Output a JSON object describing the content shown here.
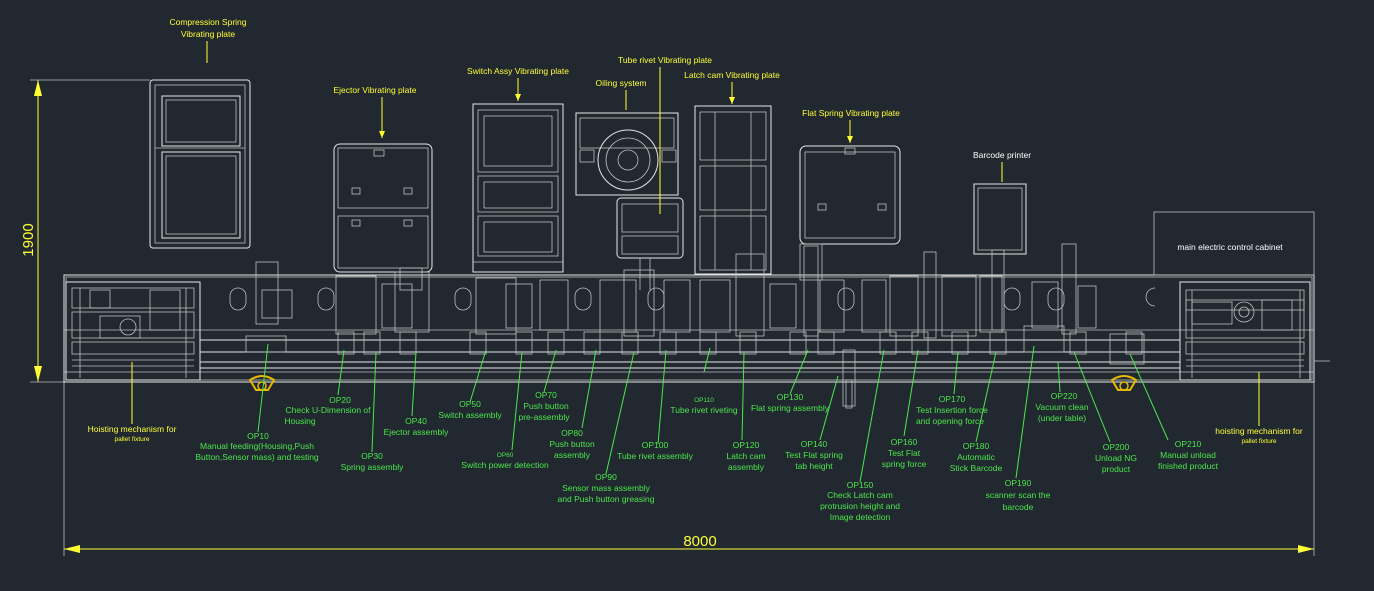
{
  "top_labels": {
    "compression_spring_1": "Compression Spring",
    "compression_spring_2": "Vibrating plate",
    "ejector": "Ejector Vibrating plate",
    "switch_assy": "Switch Assy Vibrating plate",
    "tube_rivet": "Tube rivet Vibrating plate",
    "oiling": "Oiling system",
    "latch_cam": "Latch cam Vibrating plate",
    "flat_spring": "Flat Spring Vibrating plate",
    "barcode_printer": "Barcode printer",
    "cabinet": "main electric control cabinet"
  },
  "dimensions": {
    "height": "1900",
    "width": "8000"
  },
  "side_labels": {
    "left_1": "Hoisting mechanism for",
    "left_2": "pallet fixture",
    "right_1": "hoisting mechanism for",
    "right_2": "pallet fixture"
  },
  "operations": {
    "op10": [
      "OP10",
      "Manual feeding(Housing,Push",
      "Button,Sensor mass) and testing"
    ],
    "op20": [
      "OP20",
      "Check U-Dimension of",
      "Housing"
    ],
    "op30": [
      "OP30",
      "Spring assembly"
    ],
    "op40": [
      "OP40",
      "Ejector assembly"
    ],
    "op50": [
      "OP50",
      "Switch  assembly"
    ],
    "op60": [
      "OP60",
      "Switch power detection"
    ],
    "op70": [
      "OP70",
      "Push button",
      "pre-assembly"
    ],
    "op80": [
      "OP80",
      "Push button",
      "assembly"
    ],
    "op90": [
      "OP90",
      "Sensor mass assembly",
      "and Push button greasing"
    ],
    "op100": [
      "OP100",
      "Tube rivet assembly"
    ],
    "op110": [
      "OP110",
      "Tube rivet riveting"
    ],
    "op120": [
      "OP120",
      "Latch cam",
      "assembly"
    ],
    "op130": [
      "OP130",
      "Flat spring assembly"
    ],
    "op140": [
      "OP140",
      "Test Flat spring",
      "tab height"
    ],
    "op150": [
      "OP150",
      "Check Latch cam",
      "protrusion height and",
      "Image detection"
    ],
    "op160": [
      "OP160",
      "Test Flat",
      "spring force"
    ],
    "op170": [
      "OP170",
      "Test Insertion force",
      "and opening force"
    ],
    "op180": [
      "OP180",
      "Automatic",
      "Stick  Barcode"
    ],
    "op190": [
      "OP190",
      "scanner scan the",
      "barcode"
    ],
    "op200": [
      "OP200",
      "Unload  NG",
      "product"
    ],
    "op210": [
      "OP210",
      "Manual unload",
      "finished product"
    ],
    "op220": [
      "OP220",
      "Vacuum clean",
      "(under table)"
    ]
  },
  "colors": {
    "background": "#212830",
    "linework": "#e6e6e6",
    "labels": "#ffff33",
    "operations": "#4ce64c"
  }
}
